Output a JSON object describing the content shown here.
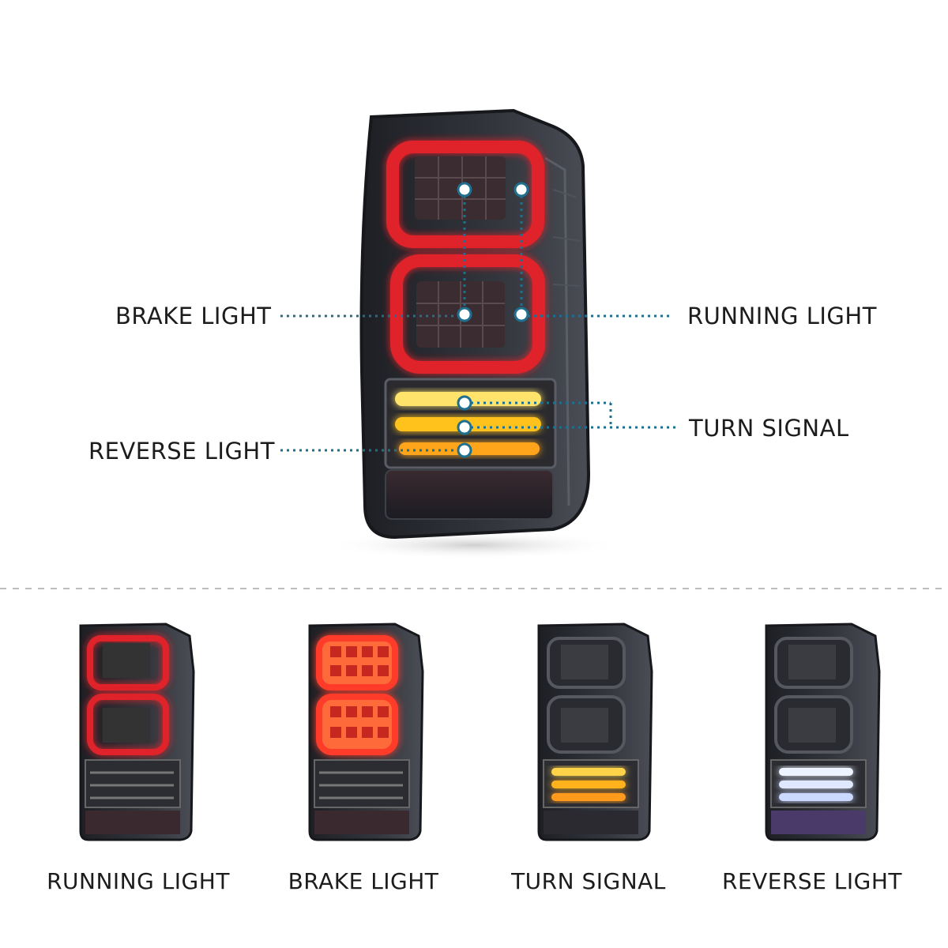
{
  "callouts": {
    "brake_light": "BRAKE LIGHT",
    "running_light": "RUNNING LIGHT",
    "turn_signal": "TURN SIGNAL",
    "reverse_light": "REVERSE LIGHT"
  },
  "captions": [
    {
      "label": "RUNNING LIGHT"
    },
    {
      "label": "BRAKE LIGHT"
    },
    {
      "label": "TURN SIGNAL"
    },
    {
      "label": "REVERSE LIGHT"
    }
  ],
  "colors": {
    "housing": "#2b2d33",
    "red_led": "#e0242b",
    "amber_led": "#ffb21a",
    "white_led": "#dfe8ff",
    "callout_line": "#1f6f8f"
  }
}
